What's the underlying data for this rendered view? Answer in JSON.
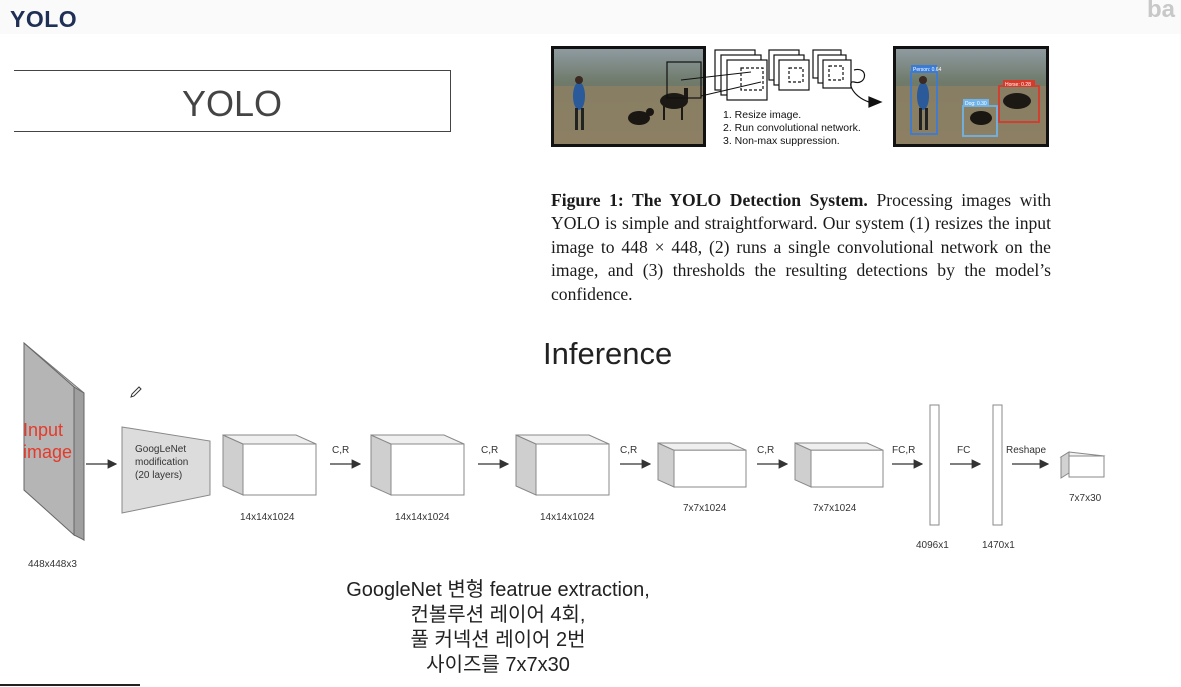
{
  "header": {
    "title": "YOLO",
    "corner_logo": "ba"
  },
  "title_box": {
    "text": "YOLO"
  },
  "figure": {
    "steps": [
      "1. Resize image.",
      "2. Run convolutional network.",
      "3. Non-max suppression."
    ],
    "detections": [
      "Person: 0.64",
      "Dog: 0.30",
      "Horse: 0.28"
    ],
    "caption_bold": "Figure 1:  The YOLO Detection System.",
    "caption_text": " Processing images with YOLO is simple and straightforward. Our system (1) resizes the input image to 448 × 448, (2) runs a single convolutional network on the image, and (3) thresholds the resulting detections by the model’s confidence."
  },
  "inference": {
    "title": "Inference",
    "input_label": "Input image",
    "input_line1": "Input",
    "input_line2": "image",
    "input_size": "448x448x3",
    "googlenet_lines": [
      "GoogLeNet",
      "modification",
      "(20 layers)"
    ],
    "blocks": [
      {
        "size": "14x14x1024"
      },
      {
        "size": "14x14x1024"
      },
      {
        "size": "14x14x1024"
      },
      {
        "size": "7x7x1024"
      },
      {
        "size": "7x7x1024"
      }
    ],
    "arrow_labels": [
      "C,R",
      "C,R",
      "C,R",
      "C,R",
      "FC,R",
      "FC",
      "Reshape"
    ],
    "fc_sizes": [
      "4096x1",
      "1470x1"
    ],
    "output_size": "7x7x30"
  },
  "notes": [
    "GoogleNet 변형 featrue extraction,",
    "컨볼루션 레이어 4회,",
    "풀 커넥션 레이어 2번",
    "사이즈를 7x7x30"
  ]
}
